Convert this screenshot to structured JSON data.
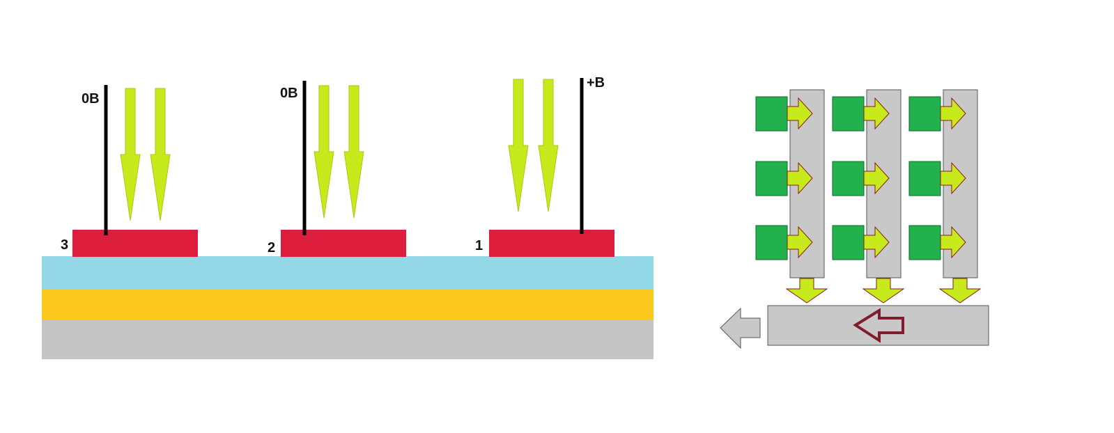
{
  "ccd_cross_section": {
    "electrodes": [
      {
        "number": "1",
        "voltage": "+B"
      },
      {
        "number": "2",
        "voltage": "0B"
      },
      {
        "number": "3",
        "voltage": "0B"
      }
    ],
    "layers": [
      "oxide",
      "semiconductor",
      "substrate"
    ],
    "light_arrow_icon": "downward-light-arrow-icon"
  },
  "readout_scheme": {
    "pixel_rows": 3,
    "pixel_columns": 3,
    "vertical_register_count": 3,
    "horizontal_register": "horizontal-shift-register",
    "output_arrow_icon": "output-left-arrow-icon",
    "transfer_arrow_icon": "hollow-left-arrow-icon"
  },
  "colors": {
    "electrode": "#dc1e3c",
    "oxide_layer": "#94d8e8",
    "semiconductor_layer": "#fbc81e",
    "substrate_layer": "#c4c4c4",
    "light_arrow": "#c7ea1c",
    "pixel": "#22b14c",
    "register": "#c8c8c8",
    "transfer_arrow": "#7f1d2d",
    "wire": "#000000"
  }
}
